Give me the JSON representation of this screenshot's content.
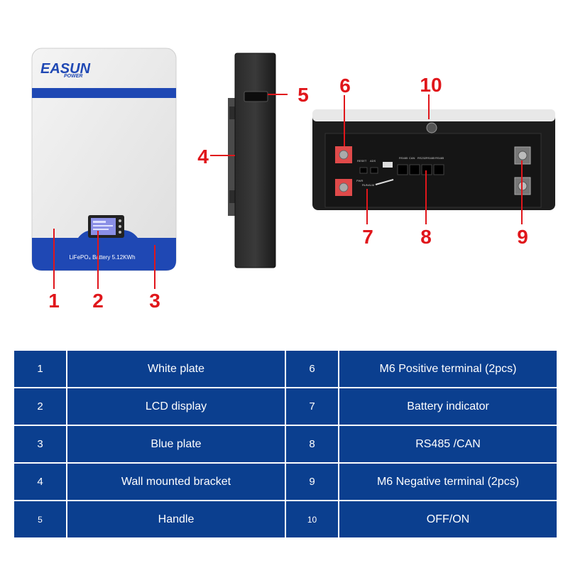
{
  "brand": {
    "logo_main": "EASUN",
    "logo_sub": "POWER",
    "product_label": "LiFePO₄ Battery 5.12KWh"
  },
  "port_labels": [
    "RESET",
    "ADS",
    "RS485",
    "CAN",
    "RS232",
    "RS485",
    "RS485",
    "PWR",
    "RUN",
    "ALM"
  ],
  "callouts": [
    "1",
    "2",
    "3",
    "4",
    "5",
    "6",
    "7",
    "8",
    "9",
    "10"
  ],
  "table": {
    "rows": [
      {
        "left_num": "1",
        "left_desc": "White plate",
        "right_num": "6",
        "right_desc": "M6 Positive terminal (2pcs)"
      },
      {
        "left_num": "2",
        "left_desc": "LCD display",
        "right_num": "7",
        "right_desc": "Battery indicator"
      },
      {
        "left_num": "3",
        "left_desc": "Blue plate",
        "right_num": "8",
        "right_desc": "RS485 /CAN"
      },
      {
        "left_num": "4",
        "left_desc": "Wall mounted bracket",
        "right_num": "9",
        "right_desc": "M6 Negative terminal (2pcs)"
      },
      {
        "left_num": "5",
        "left_desc": "Handle",
        "right_num": "10",
        "right_desc": "OFF/ON"
      }
    ]
  },
  "colors": {
    "panel_blue": "#1f48b4",
    "table_blue": "#0b3f8f",
    "callout_red": "#e0161b",
    "terminal_red": "#e04a4a",
    "casing_black": "#1d1d1d",
    "plate_white": "#ececec"
  }
}
